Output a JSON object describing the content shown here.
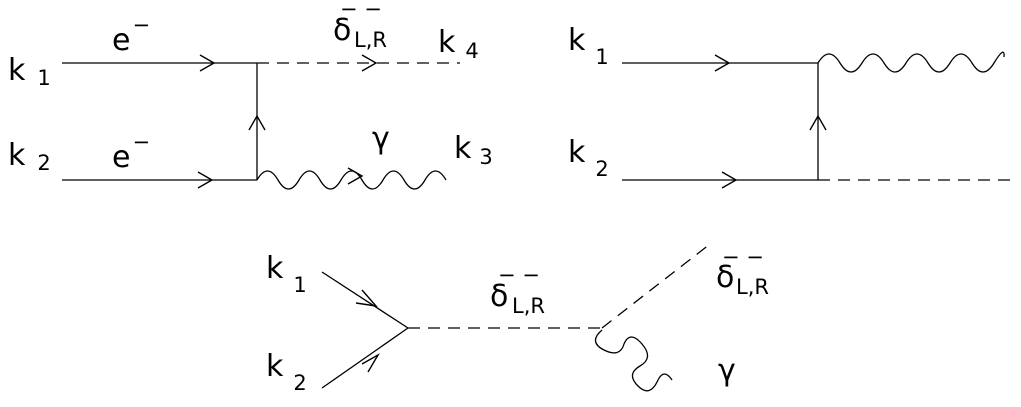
{
  "diagram1": {
    "k1": {
      "base": "k",
      "sub": "1"
    },
    "k2": {
      "base": "k",
      "sub": "2"
    },
    "k3": {
      "base": "k",
      "sub": "3"
    },
    "k4": {
      "base": "k",
      "sub": "4"
    },
    "electron_top": {
      "base": "e",
      "sup": "−"
    },
    "electron_bottom": {
      "base": "e",
      "sup": "−"
    },
    "delta": {
      "base": "δ",
      "sup": "− −",
      "sub": "L,R"
    },
    "photon": "γ"
  },
  "diagram2": {
    "k1": {
      "base": "k",
      "sub": "1"
    },
    "k2": {
      "base": "k",
      "sub": "2"
    }
  },
  "diagram3": {
    "k1": {
      "base": "k",
      "sub": "1"
    },
    "k2": {
      "base": "k",
      "sub": "2"
    },
    "delta_mid": {
      "base": "δ",
      "sup": "− −",
      "sub": "L,R"
    },
    "delta_out": {
      "base": "δ",
      "sup": "− −",
      "sub": "L,R"
    },
    "photon": "γ"
  }
}
